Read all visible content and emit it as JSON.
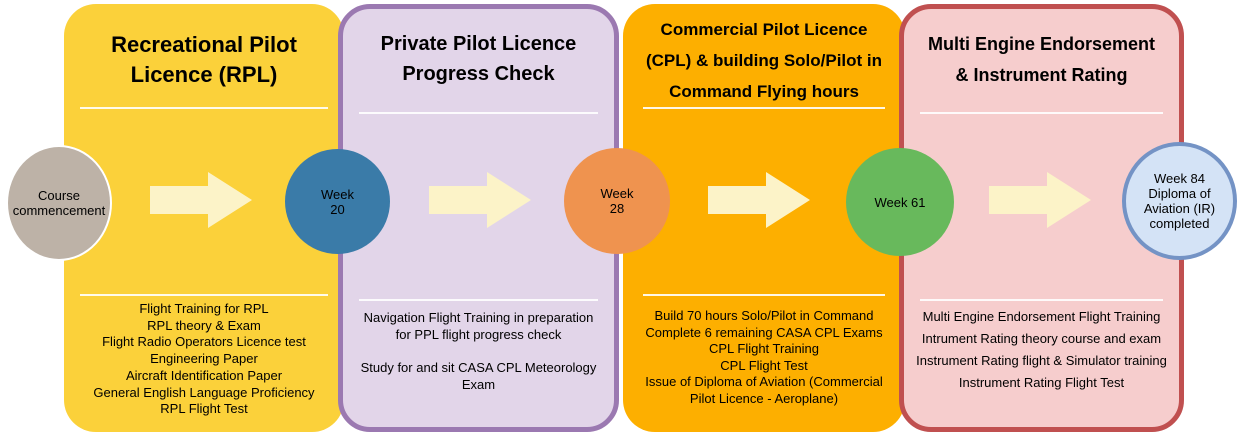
{
  "stages": [
    {
      "title_lines": [
        "Recreational Pilot",
        "Licence (RPL)"
      ],
      "items": [
        "Flight Training for RPL",
        "RPL theory & Exam",
        "Flight Radio Operators Licence test",
        "Engineering Paper",
        "Aircraft Identification Paper",
        "General English Language Proficiency",
        "RPL Flight Test"
      ]
    },
    {
      "title_lines": [
        "Private Pilot Licence",
        "Progress Check"
      ],
      "items": [
        "Navigation Flight Training in preparation",
        "for PPL flight progress check",
        "Study for and sit CASA CPL Meteorology",
        "Exam"
      ]
    },
    {
      "title_lines": [
        "Commercial Pilot Licence",
        "(CPL) & building Solo/Pilot in",
        "Command Flying hours"
      ],
      "items": [
        "Build 70 hours Solo/Pilot in Command",
        "Complete 6 remaining CASA CPL Exams",
        "CPL Flight Training",
        "CPL Flight Test",
        "Issue of Diploma of Aviation (Commercial",
        "Pilot Licence - Aeroplane)"
      ]
    },
    {
      "title_lines": [
        "Multi Engine Endorsement",
        "& Instrument Rating"
      ],
      "items": [
        "Multi Engine Endorsement Flight Training",
        "Intrument Rating theory course and exam",
        "Instrument Rating flight & Simulator training",
        "Instrument Rating Flight Test"
      ]
    }
  ],
  "milestones": [
    {
      "lines": [
        "Course",
        "commencement"
      ]
    },
    {
      "lines": [
        "Week",
        "20"
      ]
    },
    {
      "lines": [
        "Week",
        "28"
      ]
    },
    {
      "lines": [
        "Week 61"
      ]
    },
    {
      "lines": [
        "Week 84",
        "Diploma of",
        "Aviation (IR)",
        "completed"
      ]
    }
  ],
  "colors": {
    "rpl_panel": "#fbd13a",
    "ppl_panel": "#e2d5e9",
    "ppl_border": "#9b79b1",
    "cpl_panel": "#fdaf00",
    "ir_panel": "#f6cdcd",
    "ir_border": "#c05050",
    "arrow": "#fcf3c8",
    "course_node": "#bdb2a7",
    "week20_node": "#3a7ba8",
    "week28_node": "#ef934f",
    "week61_node": "#68b95c",
    "week84_node": "#d4e3f6",
    "week84_border": "#7493c5"
  }
}
